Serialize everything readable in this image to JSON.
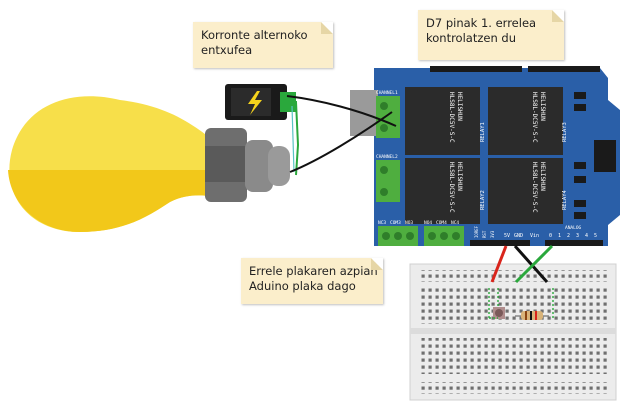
{
  "notes": {
    "power": {
      "line1": "Korronte alternoko",
      "line2": "entxufea"
    },
    "pin": {
      "line1": "D7 pinak 1. errelea",
      "line2": "kontrolatzen du"
    },
    "shield": {
      "line1": "Errele plakaren azpian",
      "line2": "Aduino plaka dago"
    }
  },
  "relay_text": {
    "brand": "HELISHUN",
    "model": "HLS8L-DC5V-S-C"
  },
  "shield_labels": {
    "relay1": "RELAY1",
    "relay2": "RELAY2",
    "relay3": "RELAY3",
    "relay4": "RELAY4",
    "channel1": "CHANNEL1",
    "channel2": "CHANNEL2",
    "nc3": "NC3",
    "com3": "COM3",
    "no3": "NO3",
    "no4": "NO4",
    "com4": "COM4",
    "nc4": "NC4",
    "analog": "ANALOG",
    "power_pins": [
      "RST",
      "3V3",
      "5V",
      "GND",
      "Vin"
    ],
    "ioref": "IOREF",
    "analog_pins": [
      "0",
      "1",
      "2",
      "3",
      "4",
      "5"
    ]
  },
  "colors": {
    "shield": "#2a5fa8",
    "bulb_yellow": "#f5d31c",
    "bulb_yellow_light": "#f7df4a",
    "terminal_green": "#4fae3f",
    "note_bg": "#fbeecb",
    "wire_red": "#d9251c",
    "wire_green": "#2aa83c",
    "wire_black": "#111111",
    "breadboard": "#ececec"
  }
}
